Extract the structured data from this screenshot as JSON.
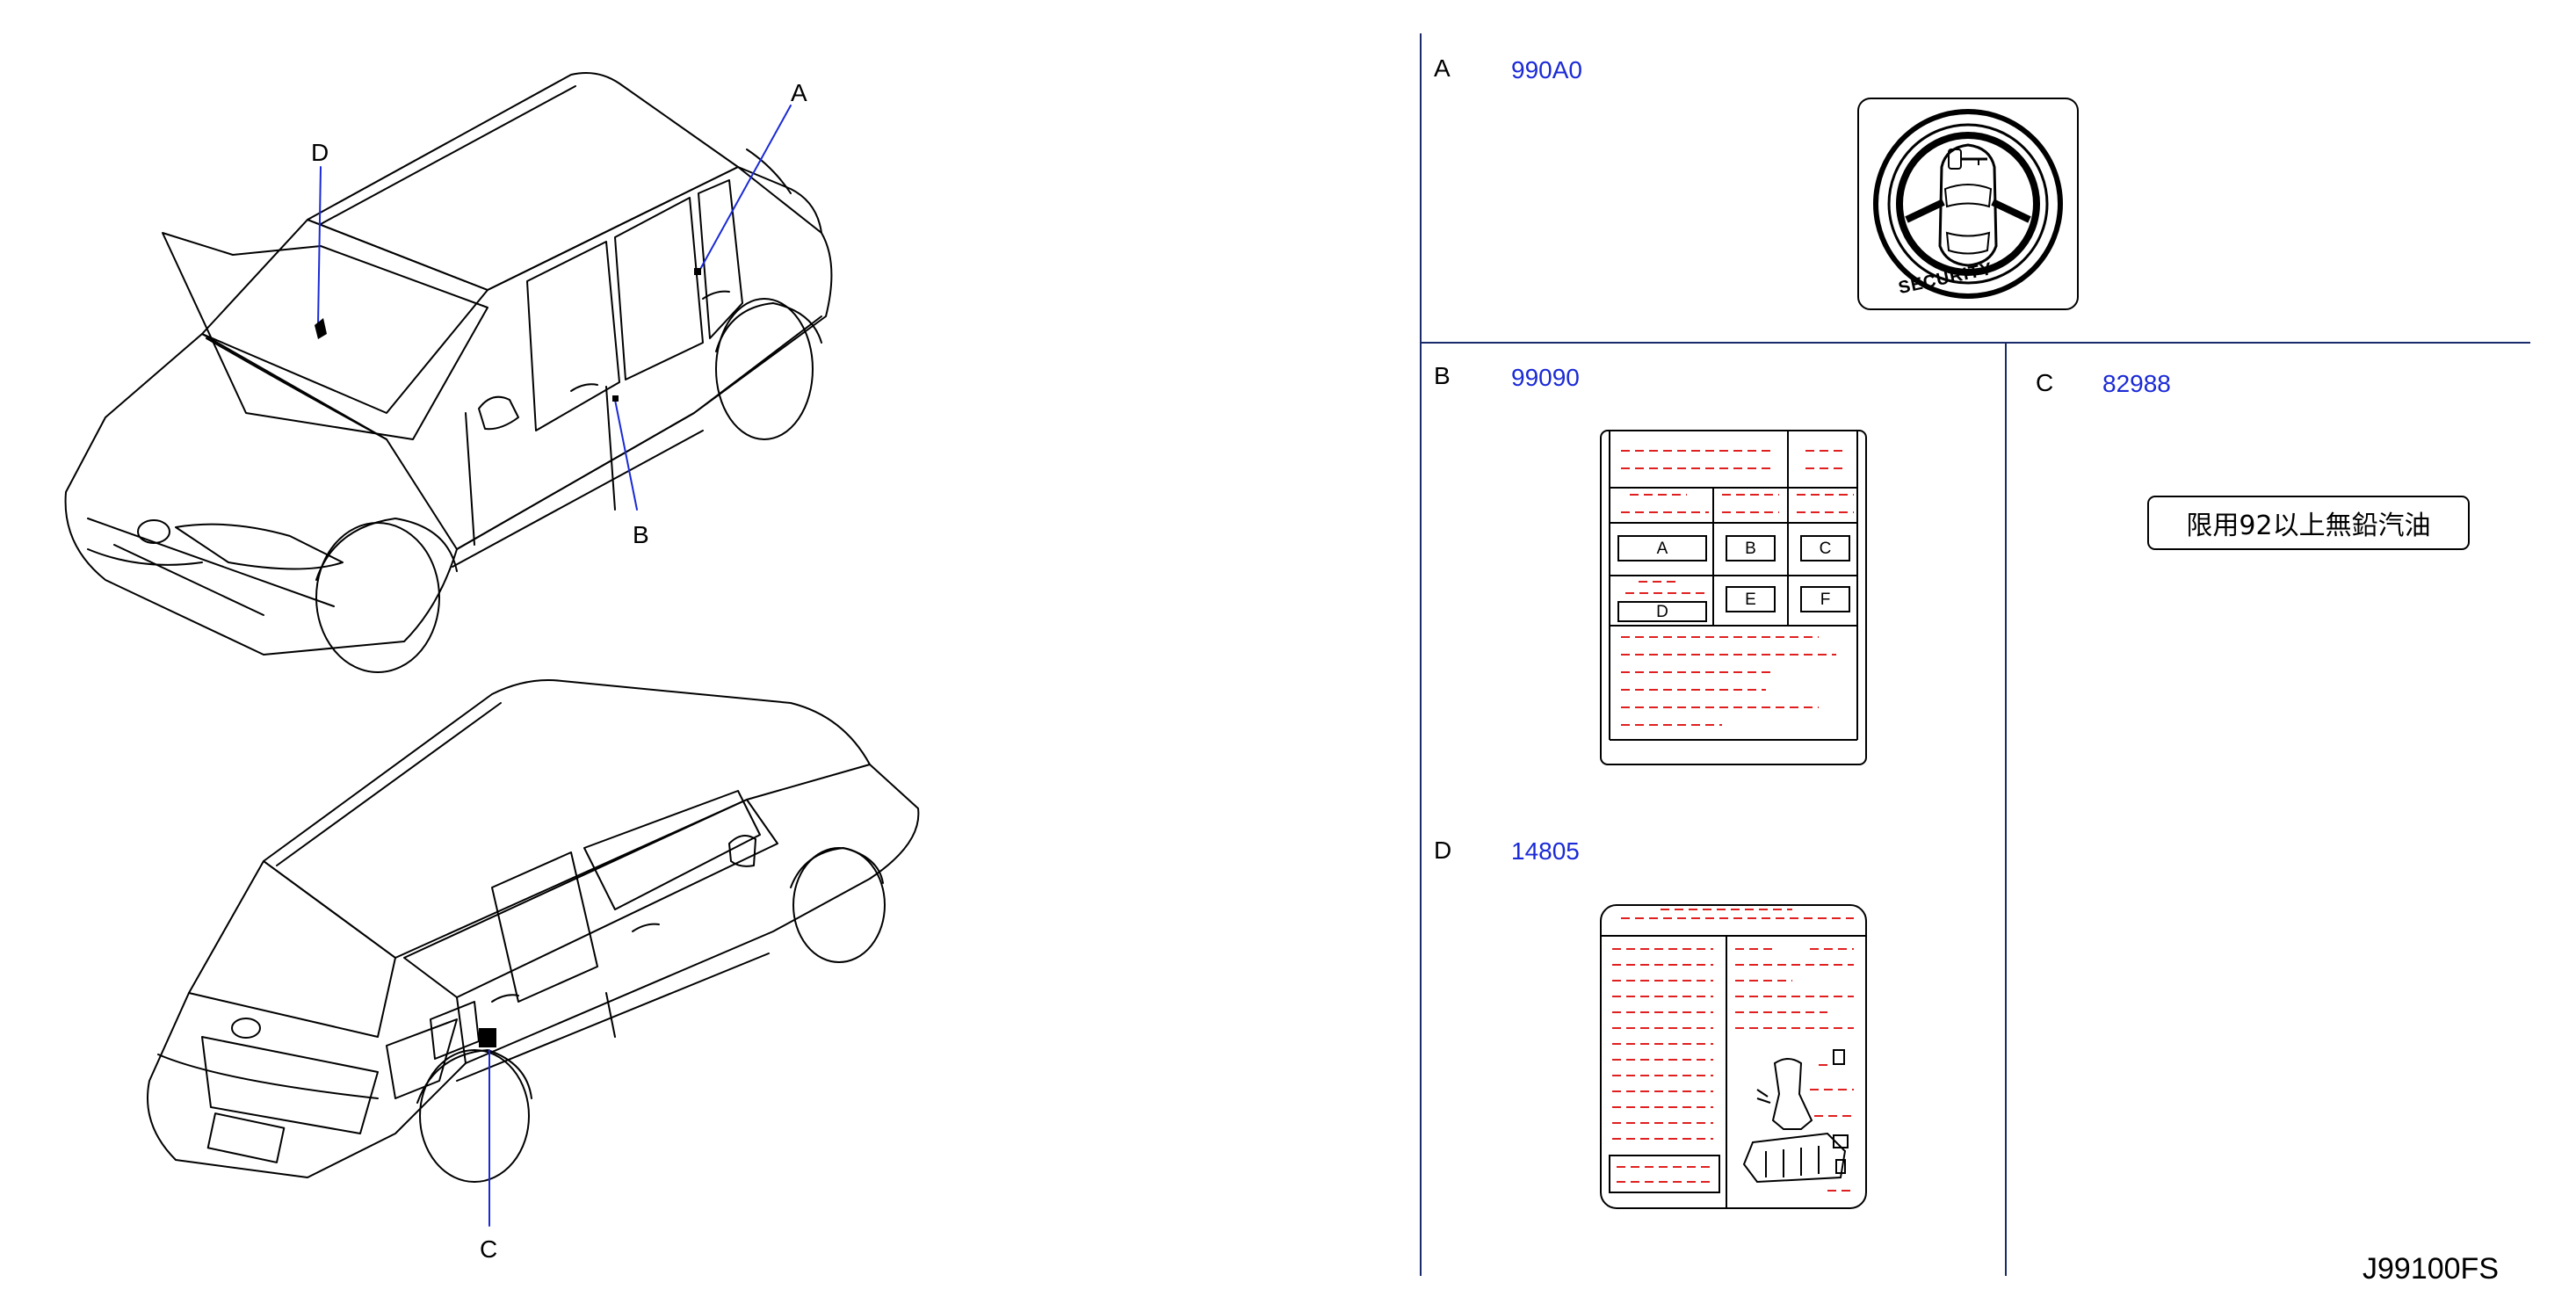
{
  "callouts": {
    "a": "A",
    "b": "B",
    "c": "C",
    "d": "D"
  },
  "panels": [
    {
      "letter": "A",
      "part_number": "990A0"
    },
    {
      "letter": "B",
      "part_number": "99090"
    },
    {
      "letter": "C",
      "part_number": "82988"
    },
    {
      "letter": "D",
      "part_number": "14805"
    }
  ],
  "security_label": {
    "text": "SECURITY"
  },
  "tire_label": {
    "cells": [
      "A",
      "B",
      "C",
      "D",
      "E",
      "F"
    ]
  },
  "fuel_label": {
    "text": "限用92以上無鉛汽油"
  },
  "diagram_code": "J99100FS",
  "colors": {
    "line": "#000000",
    "partnumber": "#1a2ad6",
    "placeholder": "#e02020",
    "leader": "#1a2ad6"
  }
}
